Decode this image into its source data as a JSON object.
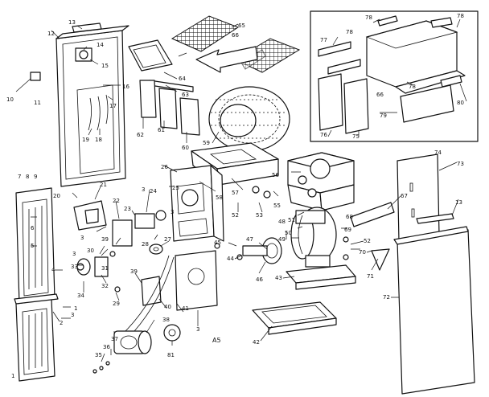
{
  "caption": "A5",
  "labels": [
    {
      "id": "l13a",
      "text": "13"
    },
    {
      "id": "l12",
      "text": "12"
    },
    {
      "id": "l14",
      "text": "14"
    },
    {
      "id": "l15",
      "text": "15"
    },
    {
      "id": "l16",
      "text": "16"
    },
    {
      "id": "l17",
      "text": "17"
    },
    {
      "id": "l19",
      "text": "19"
    },
    {
      "id": "l18",
      "text": "18"
    },
    {
      "id": "l10",
      "text": "10"
    },
    {
      "id": "l11",
      "text": "11"
    },
    {
      "id": "l65",
      "text": "65"
    },
    {
      "id": "l66a",
      "text": "66"
    },
    {
      "id": "l64",
      "text": "64"
    },
    {
      "id": "l63",
      "text": "63"
    },
    {
      "id": "l62",
      "text": "62"
    },
    {
      "id": "l61",
      "text": "61"
    },
    {
      "id": "l60",
      "text": "60"
    },
    {
      "id": "l59",
      "text": "59"
    },
    {
      "id": "l78a",
      "text": "78"
    },
    {
      "id": "l78b",
      "text": "78"
    },
    {
      "id": "l78c",
      "text": "78"
    },
    {
      "id": "l78d",
      "text": "78"
    },
    {
      "id": "l77",
      "text": "77"
    },
    {
      "id": "l66b",
      "text": "66"
    },
    {
      "id": "l80",
      "text": "80"
    },
    {
      "id": "l79",
      "text": "79"
    },
    {
      "id": "l76",
      "text": "76"
    },
    {
      "id": "l75",
      "text": "75"
    },
    {
      "id": "l7",
      "text": "7"
    },
    {
      "id": "l8",
      "text": "8"
    },
    {
      "id": "l9",
      "text": "9"
    },
    {
      "id": "l20",
      "text": "20"
    },
    {
      "id": "l21",
      "text": "21"
    },
    {
      "id": "l22",
      "text": "22"
    },
    {
      "id": "l23",
      "text": "23"
    },
    {
      "id": "l3a",
      "text": "3"
    },
    {
      "id": "l24",
      "text": "24"
    },
    {
      "id": "l25",
      "text": "25"
    },
    {
      "id": "l26",
      "text": "26"
    },
    {
      "id": "l56",
      "text": "56"
    },
    {
      "id": "l58",
      "text": "58"
    },
    {
      "id": "l57",
      "text": "57"
    },
    {
      "id": "l55",
      "text": "55"
    },
    {
      "id": "l52a",
      "text": "52"
    },
    {
      "id": "l53",
      "text": "53"
    },
    {
      "id": "l74",
      "text": "74"
    },
    {
      "id": "l73",
      "text": "73"
    },
    {
      "id": "l67",
      "text": "67"
    },
    {
      "id": "l13b",
      "text": "13"
    },
    {
      "id": "l6",
      "text": "6"
    },
    {
      "id": "l5",
      "text": "5"
    },
    {
      "id": "l3b",
      "text": "3"
    },
    {
      "id": "l39",
      "text": "39"
    },
    {
      "id": "l28",
      "text": "28"
    },
    {
      "id": "l27",
      "text": "27"
    },
    {
      "id": "l30",
      "text": "30"
    },
    {
      "id": "l68",
      "text": "68"
    },
    {
      "id": "l51",
      "text": "51"
    },
    {
      "id": "l50",
      "text": "50"
    },
    {
      "id": "l48",
      "text": "48"
    },
    {
      "id": "l49",
      "text": "49"
    },
    {
      "id": "l69",
      "text": "69"
    },
    {
      "id": "l52b",
      "text": "52"
    },
    {
      "id": "l70",
      "text": "70"
    },
    {
      "id": "l71",
      "text": "71"
    },
    {
      "id": "l45",
      "text": "45"
    },
    {
      "id": "l47",
      "text": "47"
    },
    {
      "id": "l44",
      "text": "44"
    },
    {
      "id": "l46",
      "text": "46"
    },
    {
      "id": "l43",
      "text": "43"
    },
    {
      "id": "l4",
      "text": "4"
    },
    {
      "id": "l33",
      "text": "33"
    },
    {
      "id": "l31",
      "text": "31"
    },
    {
      "id": "l32",
      "text": "32"
    },
    {
      "id": "l34",
      "text": "34"
    },
    {
      "id": "l29",
      "text": "29"
    },
    {
      "id": "l1a",
      "text": "1"
    },
    {
      "id": "l2",
      "text": "2"
    },
    {
      "id": "l1b",
      "text": "1"
    },
    {
      "id": "l39b",
      "text": "39"
    },
    {
      "id": "l40",
      "text": "40"
    },
    {
      "id": "l41",
      "text": "41"
    },
    {
      "id": "l3c",
      "text": "3"
    },
    {
      "id": "l38",
      "text": "38"
    },
    {
      "id": "l37",
      "text": "37"
    },
    {
      "id": "l36",
      "text": "36"
    },
    {
      "id": "l35",
      "text": "35"
    },
    {
      "id": "l81",
      "text": "81"
    },
    {
      "id": "l42",
      "text": "42"
    },
    {
      "id": "l72",
      "text": "72"
    },
    {
      "id": "l3d",
      "text": "3"
    },
    {
      "id": "l3e",
      "text": "3"
    },
    {
      "id": "l3f",
      "text": "3"
    }
  ]
}
